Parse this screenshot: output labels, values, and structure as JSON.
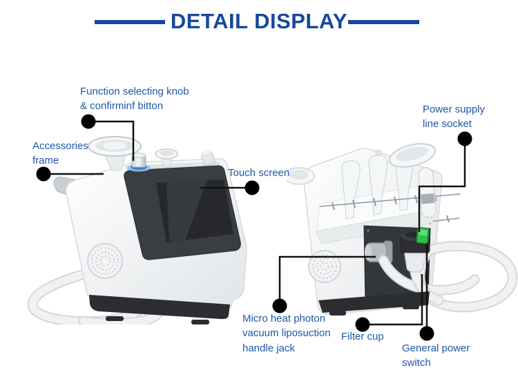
{
  "header": {
    "title": "DETAIL DISPLAY"
  },
  "annotations": {
    "function_knob": {
      "text": "Function selecting knob\n& confirminf bitton"
    },
    "accessories_frame": {
      "text": "Accessories\nframe"
    },
    "touch_screen": {
      "text": "Touch screen"
    },
    "power_socket": {
      "text": "Power supply\nline socket"
    },
    "handle_jack": {
      "text": "Micro heat photon\nvacuum liposuction\nhandle jack"
    },
    "filter_cup": {
      "text": "Filter cup"
    },
    "power_switch": {
      "text": "General power\nswitch"
    }
  },
  "colors": {
    "title_blue": "#15489d",
    "label_blue": "#1d57ab",
    "annotation_line": "#111111",
    "annotation_dot": "#000000",
    "switch_green": "#2fbf4a",
    "knob_ring_blue": "#5fa8f2",
    "panel_charcoal": "#3a3d42"
  }
}
